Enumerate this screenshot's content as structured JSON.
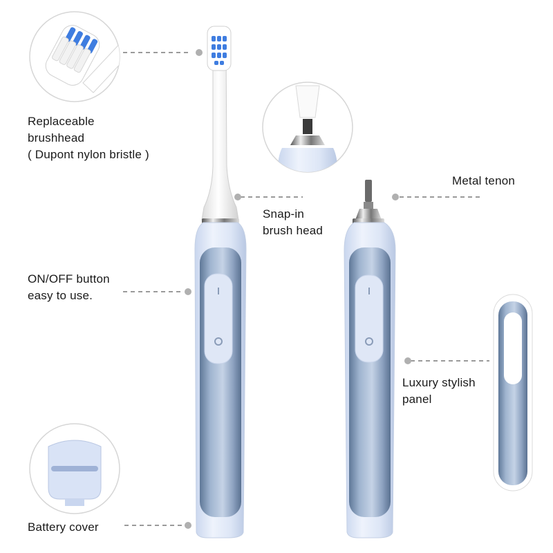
{
  "labels": {
    "brushhead": {
      "line1": "Replaceable",
      "line2": "brushhead",
      "line3": "( Dupont nylon bristle )"
    },
    "snap_in": {
      "line1": "Snap-in",
      "line2": "brush head"
    },
    "metal_tenon": "Metal tenon",
    "on_off": {
      "line1": "ON/OFF button",
      "line2": "easy to use."
    },
    "panel": {
      "line1": "Luxury stylish",
      "line2": "panel"
    },
    "battery": "Battery cover"
  },
  "colors": {
    "body": "#dfe8f8",
    "panel": "#8fa6c4",
    "bristle_blue": "#3f7de0",
    "leader": "#9a9a9a"
  }
}
